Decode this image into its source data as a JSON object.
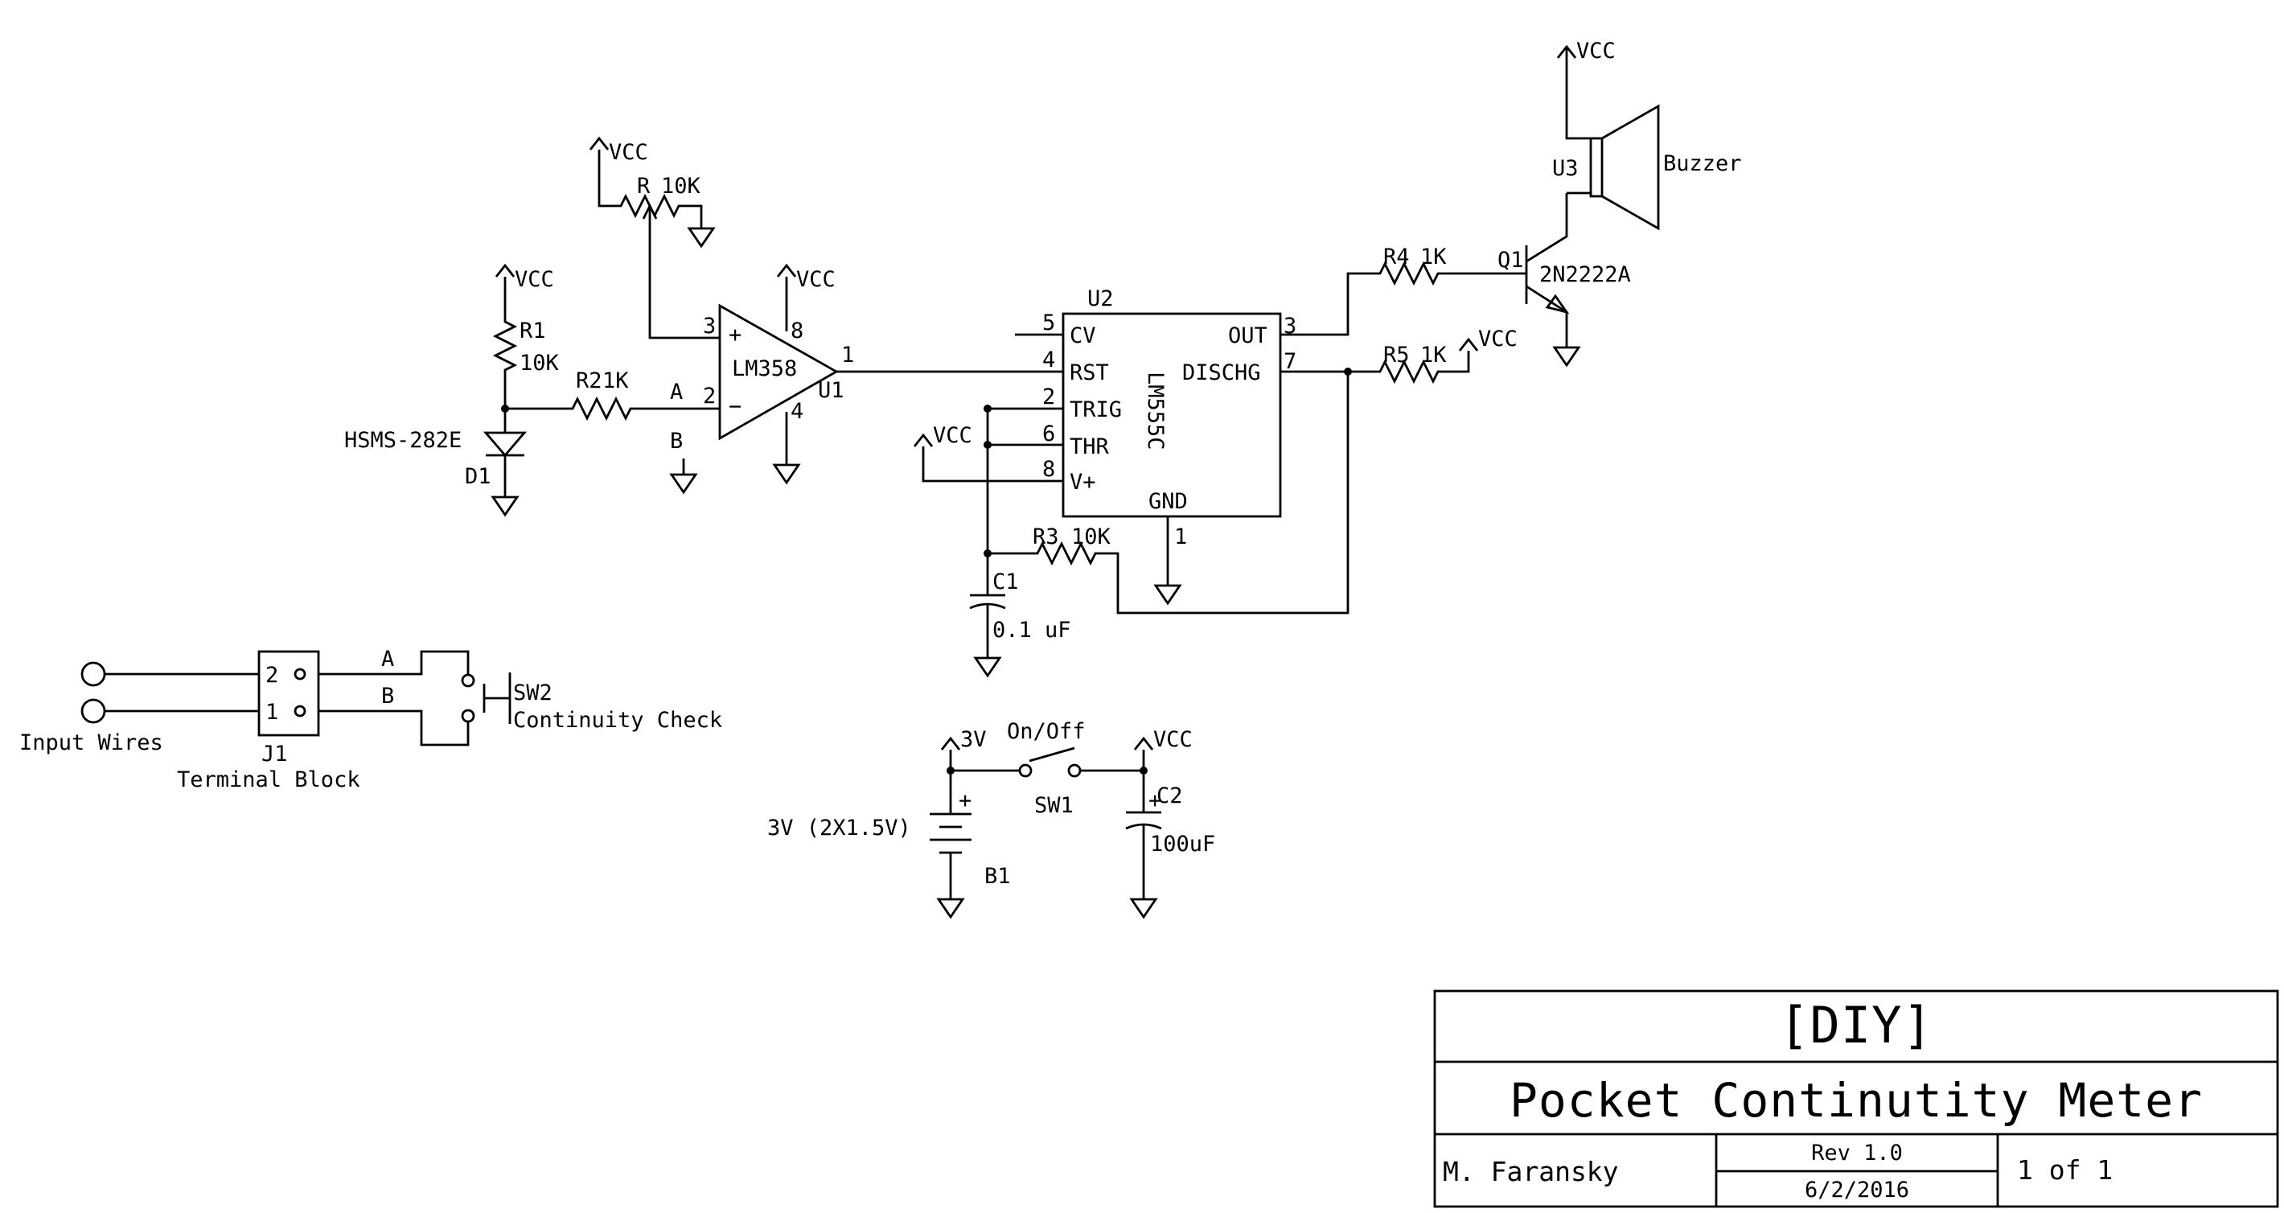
{
  "labels": {
    "vcc": "VCC",
    "r_pot": "R",
    "r_pot_value": "10K",
    "r1": "R1",
    "r1_value": "10K",
    "d1": "D1",
    "d1_part": "HSMS-282E",
    "r2": "R2",
    "r2_value": "1K",
    "net_a": "A",
    "net_b": "B",
    "u1": "U1",
    "u1_part": "LM358",
    "u1_pin3": "3",
    "u1_pin2": "2",
    "u1_pin8": "8",
    "u1_pin4": "4",
    "u1_pin1": "1",
    "u1_plus": "+",
    "u1_minus": "−",
    "u2": "U2",
    "u2_part": "LM555C",
    "u2_cv": "CV",
    "u2_rst": "RST",
    "u2_trig": "TRIG",
    "u2_thr": "THR",
    "u2_vplus": "V+",
    "u2_gnd": "GND",
    "u2_out": "OUT",
    "u2_dischg": "DISCHG",
    "u2_pin5": "5",
    "u2_pin4": "4",
    "u2_pin2": "2",
    "u2_pin6": "6",
    "u2_pin8": "8",
    "u2_pin1": "1",
    "u2_pin3": "3",
    "u2_pin7": "7",
    "r3": "R3",
    "r3_value": "10K",
    "c1": "C1",
    "c1_value": "0.1 uF",
    "r4": "R4",
    "r4_value": "1K",
    "r5": "R5",
    "r5_value": "1K",
    "q1": "Q1",
    "q1_part": "2N2222A",
    "u3": "U3",
    "buzzer": "Buzzer",
    "j1": "J1",
    "j1_part": "Terminal Block",
    "j1_pin2": "2",
    "j1_pin1": "1",
    "input_wires": "Input Wires",
    "sw2": "SW2",
    "sw2_part": "Continuity Check",
    "net_a2": "A",
    "net_b2": "B",
    "v3": "3V",
    "b1": "B1",
    "b1_value": "3V (2X1.5V)",
    "sw1": "SW1",
    "sw1_part": "On/Off",
    "c2": "C2",
    "c2_value": "100uF",
    "plus": "+"
  },
  "title_block": {
    "project": "[DIY]",
    "title": "Pocket Continutity Meter",
    "author": "M. Faransky",
    "revision": "Rev 1.0",
    "date": "6/2/2016",
    "sheet": "1 of 1"
  }
}
